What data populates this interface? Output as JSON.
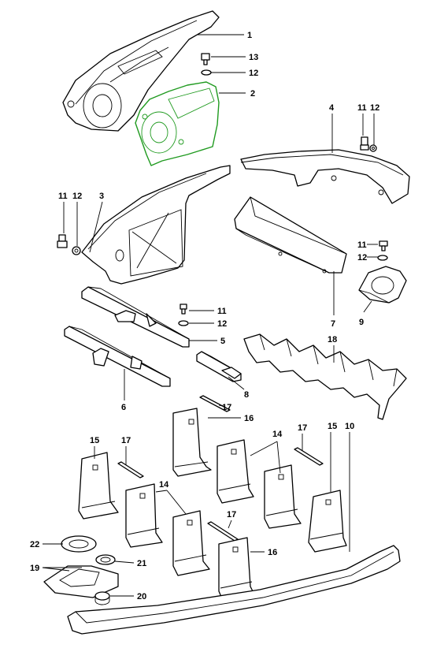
{
  "diagram": {
    "highlight_color": "#1f9a1f",
    "line_color": "#000000",
    "background": "#ffffff",
    "callouts": [
      {
        "id": "c1",
        "label": "1"
      },
      {
        "id": "c13",
        "label": "13"
      },
      {
        "id": "c12a",
        "label": "12"
      },
      {
        "id": "c2",
        "label": "2"
      },
      {
        "id": "c4",
        "label": "4"
      },
      {
        "id": "c11a",
        "label": "11"
      },
      {
        "id": "c12b",
        "label": "12"
      },
      {
        "id": "c11b",
        "label": "11"
      },
      {
        "id": "c12c",
        "label": "12"
      },
      {
        "id": "c3",
        "label": "3"
      },
      {
        "id": "c11c",
        "label": "11"
      },
      {
        "id": "c12d",
        "label": "12"
      },
      {
        "id": "c9",
        "label": "9"
      },
      {
        "id": "c7",
        "label": "7"
      },
      {
        "id": "c11d",
        "label": "11"
      },
      {
        "id": "c12e",
        "label": "12"
      },
      {
        "id": "c5",
        "label": "5"
      },
      {
        "id": "c18",
        "label": "18"
      },
      {
        "id": "c8",
        "label": "8"
      },
      {
        "id": "c6",
        "label": "6"
      },
      {
        "id": "c17a",
        "label": "17"
      },
      {
        "id": "c16a",
        "label": "16"
      },
      {
        "id": "c14a",
        "label": "14"
      },
      {
        "id": "c17b",
        "label": "17"
      },
      {
        "id": "c15a",
        "label": "15"
      },
      {
        "id": "c10",
        "label": "10"
      },
      {
        "id": "c15b",
        "label": "15"
      },
      {
        "id": "c17c",
        "label": "17"
      },
      {
        "id": "c14b",
        "label": "14"
      },
      {
        "id": "c17d",
        "label": "17"
      },
      {
        "id": "c22",
        "label": "22"
      },
      {
        "id": "c21",
        "label": "21"
      },
      {
        "id": "c16b",
        "label": "16"
      },
      {
        "id": "c19",
        "label": "19"
      },
      {
        "id": "c20",
        "label": "20"
      }
    ]
  }
}
